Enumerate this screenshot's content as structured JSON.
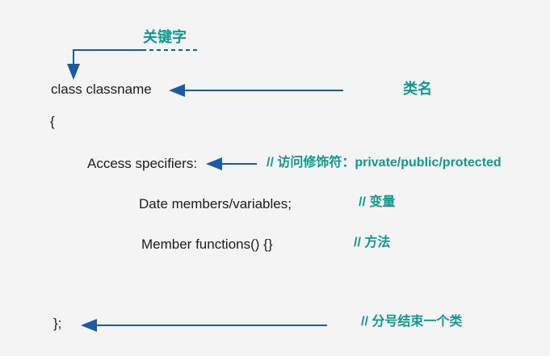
{
  "colors": {
    "background": "#f4f4f5",
    "teal": "#12998f",
    "blue": "#1b5aa5",
    "ink": "#1c1c1c"
  },
  "code": {
    "class_declaration": "class classname",
    "open_brace": "{",
    "access_specifiers": "Access specifiers:",
    "data_members": "Date members/variables;",
    "member_functions": "Member functions() {}",
    "close_brace": "};"
  },
  "annotations": {
    "keyword": "关键字",
    "class_name": "类名",
    "access_modifier": "// 访问修饰符：private/public/protected",
    "variable": "// 变量",
    "method": "// 方法",
    "class_end": "// 分号结束一个类"
  }
}
